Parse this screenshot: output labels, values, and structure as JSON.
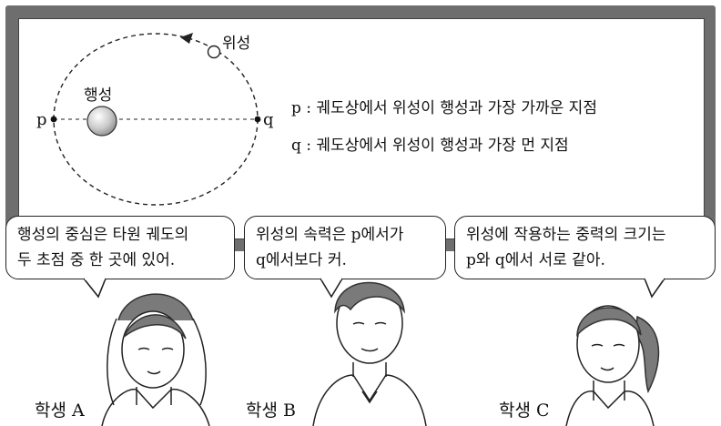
{
  "diagram": {
    "satellite_label": "위성",
    "planet_label": "행성",
    "point_p": "p",
    "point_q": "q",
    "legend": [
      {
        "text": "p : 궤도상에서 위성이 행성과 가장 가까운 지점"
      },
      {
        "text": "q : 궤도상에서 위성이 행성과 가장 먼 지점"
      }
    ]
  },
  "bubbles": [
    {
      "lines": [
        "행성의 중심은 타원 궤도의",
        "두 초점 중 한 곳에 있어."
      ]
    },
    {
      "lines": [
        "위성의 속력은 p에서가",
        "q에서보다 커."
      ]
    },
    {
      "lines": [
        "위성에 작용하는 중력의 크기는",
        "p와 q에서 서로 같아."
      ]
    }
  ],
  "students": [
    {
      "label": "학생 A"
    },
    {
      "label": "학생 B"
    },
    {
      "label": "학생 C"
    }
  ]
}
